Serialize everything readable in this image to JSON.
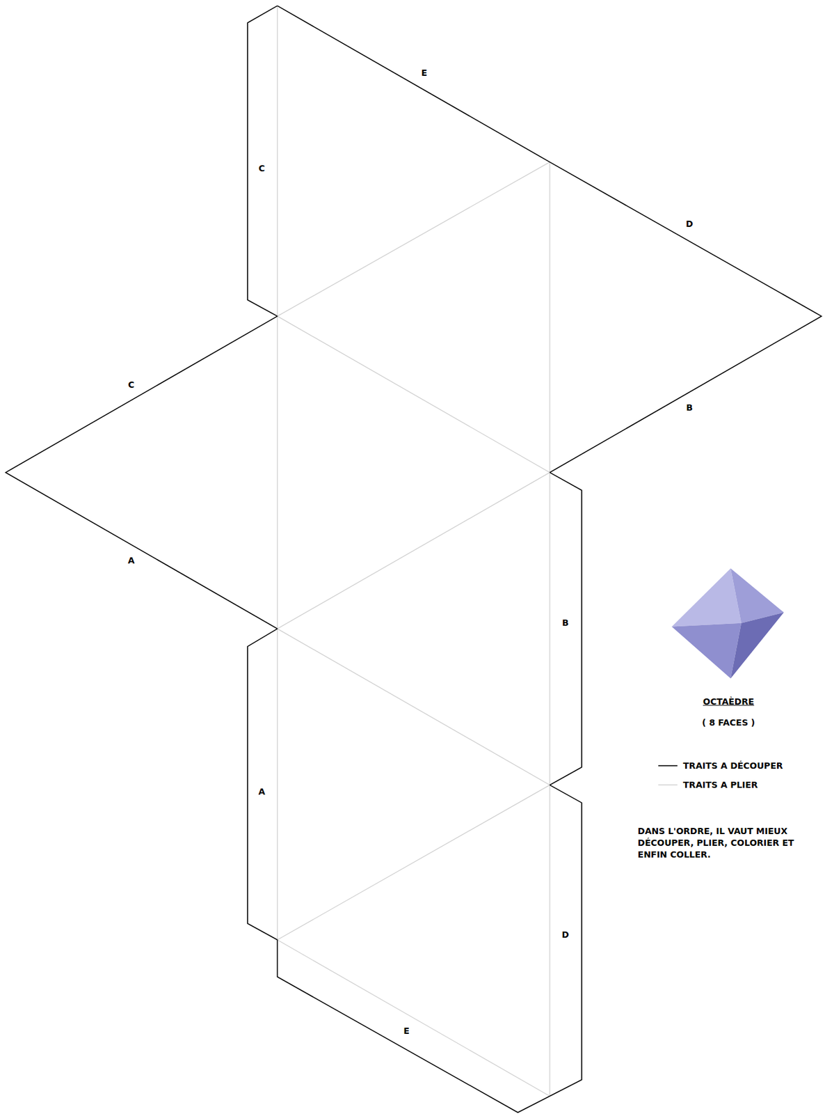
{
  "diagram": {
    "labels": [
      "E",
      "D",
      "C",
      "C",
      "B",
      "A",
      "B",
      "A",
      "D",
      "E",
      "OCTAÈDRE",
      "( 8 FACES )",
      "DANS L'ORDRE, IL VAUT MIEUX DÉCOUPER, PLIER, COLORIER ET ENFIN COLLER."
    ],
    "legend": [
      {
        "text": "TRAITS A DÉCOUPER"
      },
      {
        "text": "TRAITS A PLIER"
      }
    ]
  }
}
